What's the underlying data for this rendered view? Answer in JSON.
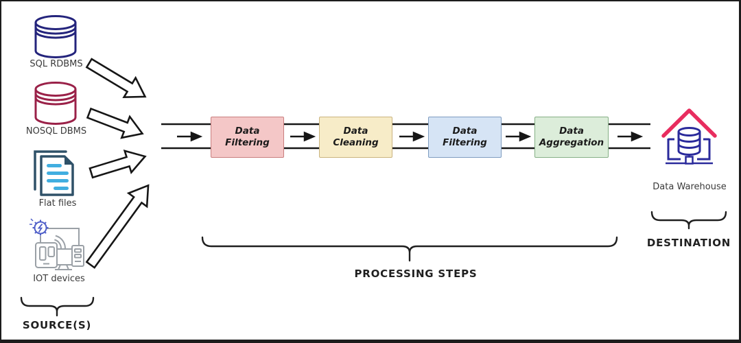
{
  "diagram_title": "",
  "sources": {
    "brace_label": "SOURCE(S)",
    "items": [
      {
        "name": "SQL RDBMS",
        "icon": "sql-database-cylinder-icon"
      },
      {
        "name": "NOSQL DBMS",
        "icon": "nosql-database-cylinder-icon"
      },
      {
        "name": "Flat files",
        "icon": "flat-files-document-icon"
      },
      {
        "name": "IOT devices",
        "icon": "iot-devices-icon"
      }
    ]
  },
  "pipeline": {
    "steps": [
      {
        "label": "Data Filtering",
        "fill": "#F4C7C7",
        "border": "#C97E7E"
      },
      {
        "label": "Data Cleaning",
        "fill": "#F7ECC8",
        "border": "#C9B37E"
      },
      {
        "label": "Data Filtering",
        "fill": "#D6E4F5",
        "border": "#7E9CC0"
      },
      {
        "label": "Data Aggregation",
        "fill": "#DCEDDA",
        "border": "#85AF85"
      }
    ]
  },
  "processing": {
    "brace_label": "PROCESSING STEPS"
  },
  "destination": {
    "brace_label": "DESTINATION",
    "items": [
      {
        "name": "Data Warehouse",
        "icon": "data-warehouse-icon"
      }
    ]
  },
  "palette": {
    "sql_navy": "#24247C",
    "nosql_maroon": "#9A2148",
    "flatfile_slate": "#2F5168",
    "flatfile_blue": "#41AEE0",
    "iot_gray": "#9AA0A6",
    "iot_gear_blue": "#4E5EC8",
    "warehouse_roof_pink": "#E82D5F",
    "warehouse_indigo": "#2A2A9B",
    "line_black": "#161616"
  }
}
